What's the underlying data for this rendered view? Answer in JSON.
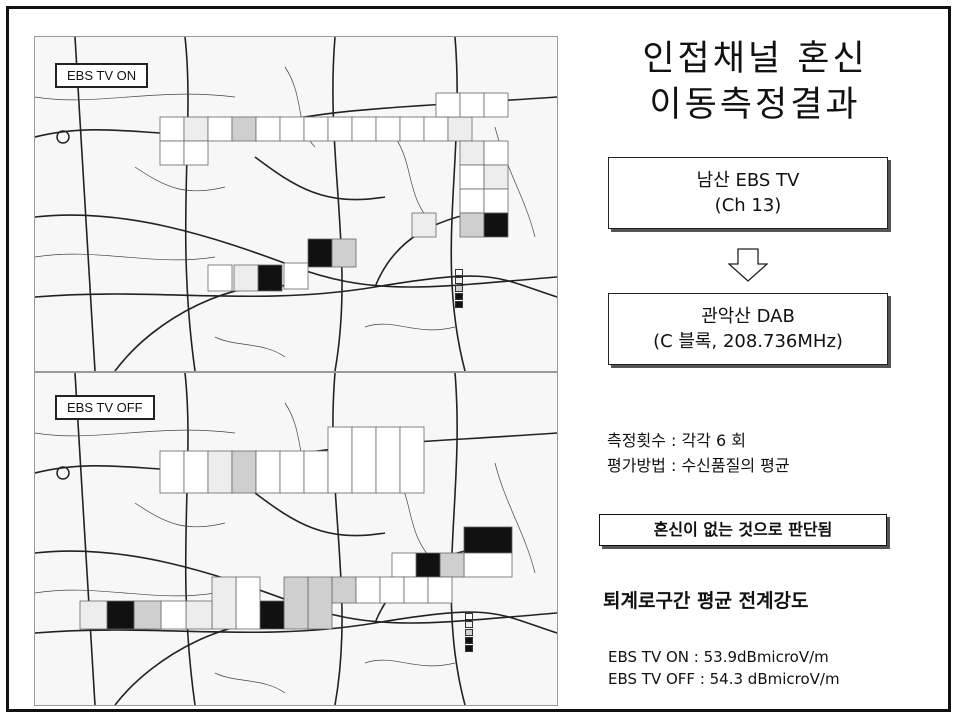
{
  "slide": {
    "title_line1": "인접채널 혼신",
    "title_line2": "이동측정결과",
    "source_line1": "남산 EBS TV",
    "source_line2": "(Ch 13)",
    "target_line1": "관악산 DAB",
    "target_line2": "(C 블록, 208.736MHz)",
    "measure_count": "측정횟수 : 각각 6 회",
    "eval_method": "평가방법 : 수신품질의 평균",
    "conclusion": "혼신이 없는 것으로 판단됨",
    "section_heading": "퇴계로구간 평균 전계강도",
    "result_on": "EBS TV ON : 53.9dBmicroV/m",
    "result_off": "EBS TV OFF : 54.3 dBmicroV/m"
  },
  "maps": {
    "top_label": "EBS TV ON",
    "bottom_label": "EBS TV OFF"
  },
  "colors": {
    "cell_dark": "#111111",
    "cell_mid": "#bdbdbd",
    "cell_light": "#ededed",
    "road": "#222222"
  }
}
